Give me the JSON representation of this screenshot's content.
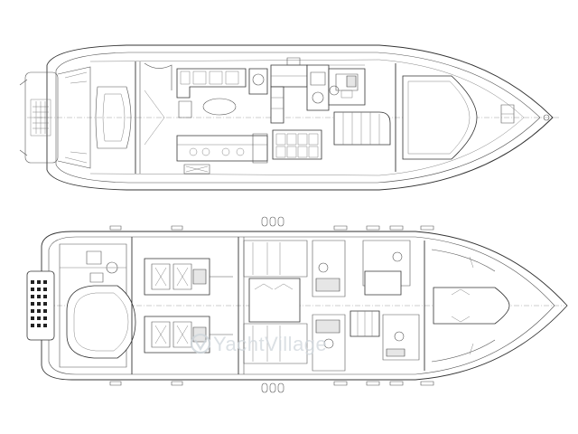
{
  "drawing": {
    "upper_view": "flybridge-main-deck-plan",
    "lower_view": "lower-deck-plan"
  },
  "watermark": {
    "text": "YachtVillage",
    "color": "#cfd6dc"
  },
  "colors": {
    "line": "#333333",
    "background": "#ffffff"
  }
}
